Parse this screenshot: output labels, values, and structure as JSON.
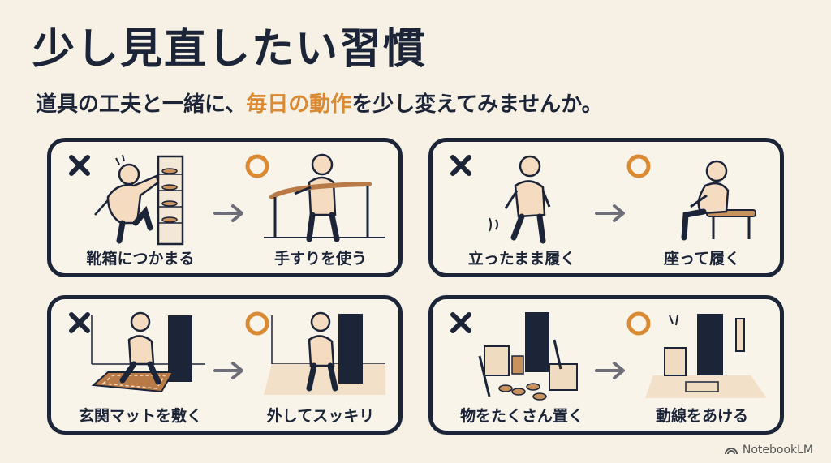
{
  "title": "少し見直したい習慣",
  "subtitle": {
    "before": "道具の工夫と一緒に、",
    "highlight": "毎日の動作",
    "after": "を少し変えてみませんか。"
  },
  "colors": {
    "navy": "#1c2438",
    "accent": "#d98a33",
    "arrow": "#6e6e7a",
    "bg": "#f6f1e4"
  },
  "cards": [
    {
      "bad_label": "靴箱につかまる",
      "good_label": "手すりを使う"
    },
    {
      "bad_label": "立ったまま履く",
      "good_label": "座って履く"
    },
    {
      "bad_label": "玄関マットを敷く",
      "good_label": "外してスッキリ"
    },
    {
      "bad_label": "物をたくさん置く",
      "good_label": "動線をあける"
    }
  ],
  "brand": "NotebookLM",
  "icons": {
    "bad": "cross-icon",
    "good": "circle-icon",
    "arrow": "arrow-right-icon",
    "brand": "notebooklm-logo-icon"
  }
}
